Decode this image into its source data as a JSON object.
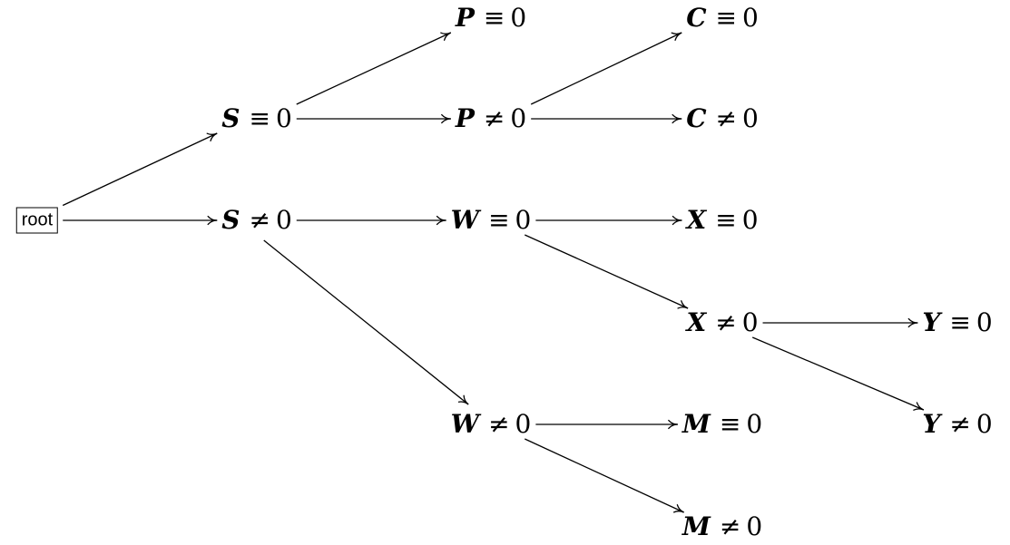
{
  "diagram": {
    "nodes": [
      {
        "id": "root",
        "label": "root"
      },
      {
        "id": "s_eq",
        "var": "S",
        "rel": "≡",
        "val": "0"
      },
      {
        "id": "s_ne",
        "var": "S",
        "rel": "≠",
        "val": "0"
      },
      {
        "id": "p_eq",
        "var": "P",
        "rel": "≡",
        "val": "0"
      },
      {
        "id": "p_ne",
        "var": "P",
        "rel": "≠",
        "val": "0"
      },
      {
        "id": "c_eq",
        "var": "C",
        "rel": "≡",
        "val": "0"
      },
      {
        "id": "c_ne",
        "var": "C",
        "rel": "≠",
        "val": "0"
      },
      {
        "id": "w_eq",
        "var": "W",
        "rel": "≡",
        "val": "0"
      },
      {
        "id": "w_ne",
        "var": "W",
        "rel": "≠",
        "val": "0"
      },
      {
        "id": "x_eq",
        "var": "X",
        "rel": "≡",
        "val": "0"
      },
      {
        "id": "x_ne",
        "var": "X",
        "rel": "≠",
        "val": "0"
      },
      {
        "id": "y_eq",
        "var": "Y",
        "rel": "≡",
        "val": "0"
      },
      {
        "id": "y_ne",
        "var": "Y",
        "rel": "≠",
        "val": "0"
      },
      {
        "id": "m_eq",
        "var": "M",
        "rel": "≡",
        "val": "0"
      },
      {
        "id": "m_ne",
        "var": "M",
        "rel": "≠",
        "val": "0"
      }
    ],
    "edges": [
      {
        "from": "root",
        "to": "s_eq"
      },
      {
        "from": "root",
        "to": "s_ne"
      },
      {
        "from": "s_eq",
        "to": "p_eq"
      },
      {
        "from": "s_eq",
        "to": "p_ne"
      },
      {
        "from": "p_ne",
        "to": "c_eq"
      },
      {
        "from": "p_ne",
        "to": "c_ne"
      },
      {
        "from": "s_ne",
        "to": "w_eq"
      },
      {
        "from": "s_ne",
        "to": "w_ne"
      },
      {
        "from": "w_eq",
        "to": "x_eq"
      },
      {
        "from": "w_eq",
        "to": "x_ne"
      },
      {
        "from": "x_ne",
        "to": "y_eq"
      },
      {
        "from": "x_ne",
        "to": "y_ne"
      },
      {
        "from": "w_ne",
        "to": "m_eq"
      },
      {
        "from": "w_ne",
        "to": "m_ne"
      }
    ]
  }
}
